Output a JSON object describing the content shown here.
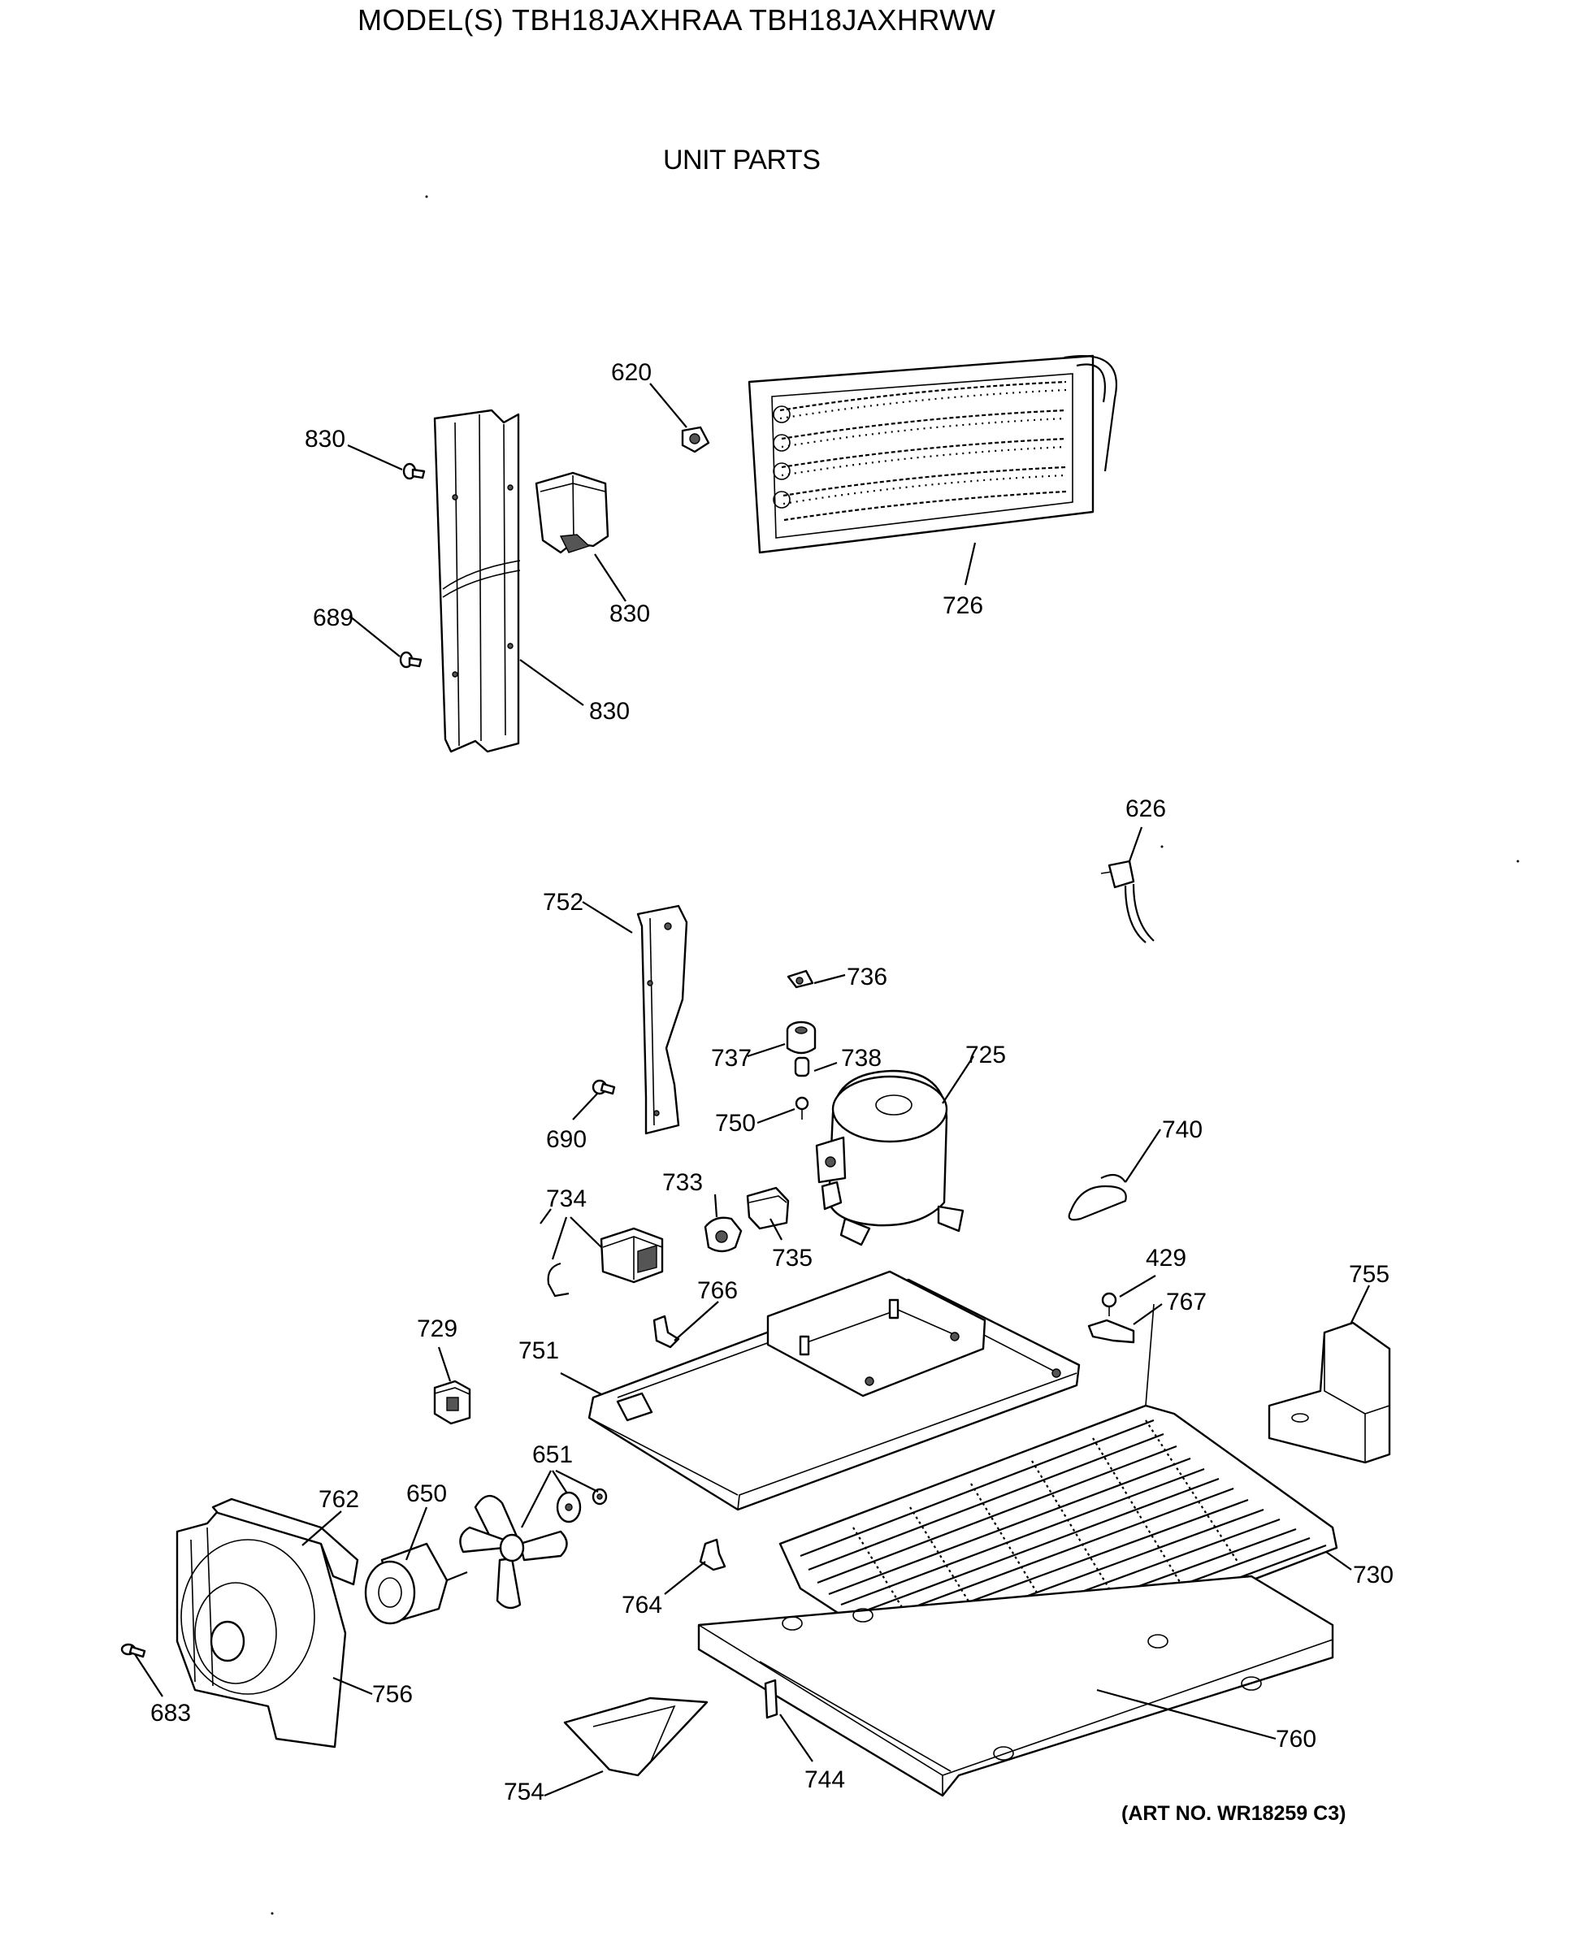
{
  "header": {
    "model_title": "MODEL(S) TBH18JAXHRAA  TBH18JAXHRWW",
    "section_title": "UNIT PARTS"
  },
  "footer": {
    "art_number": "(ART NO. WR18259 C3)"
  },
  "part_labels": [
    "620",
    "830",
    "726",
    "830",
    "689",
    "830",
    "626",
    "752",
    "736",
    "737",
    "738",
    "725",
    "690",
    "750",
    "740",
    "734",
    "733",
    "735",
    "429",
    "766",
    "767",
    "755",
    "729",
    "751",
    "651",
    "762",
    "650",
    "730",
    "764",
    "756",
    "683",
    "760",
    "744",
    "754"
  ]
}
